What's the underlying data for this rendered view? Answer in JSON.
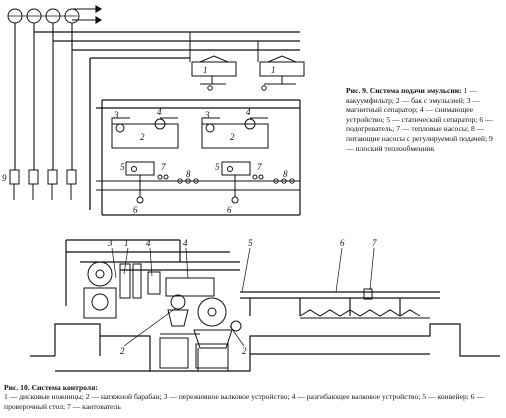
{
  "figure9": {
    "caption_title": "Рис. 9.",
    "caption_heading": "Система подачи эмульсии:",
    "caption_body": "1 — вакуумфильтр; 2 — бак с эмульсией; 3 — магнитный сепаратор; 4 — снимающее устройство; 5 — статический сепаратор; 6 — подогреватель; 7 — тепловые насосы; 8 — питающие насосы с регулируемой подачей; 9 — плоский теплообменник",
    "labels": [
      "1",
      "1",
      "2",
      "2",
      "3",
      "3",
      "4",
      "4",
      "5",
      "5",
      "6",
      "6",
      "7",
      "7",
      "8",
      "8",
      "9"
    ]
  },
  "figure10": {
    "caption_title": "Рис. 10.",
    "caption_heading": "Система контроля:",
    "caption_body": "1 — дисковые ножницы; 2 — натяжной барабан; 3 — пережимное валковое устройство; 4 — разгибающее валковое устройство; 5 — конвейер; 6 — проверочный стол; 7 — кантователь",
    "labels": [
      "3",
      "1",
      "4",
      "4",
      "5",
      "6",
      "7",
      "2",
      "2"
    ]
  }
}
